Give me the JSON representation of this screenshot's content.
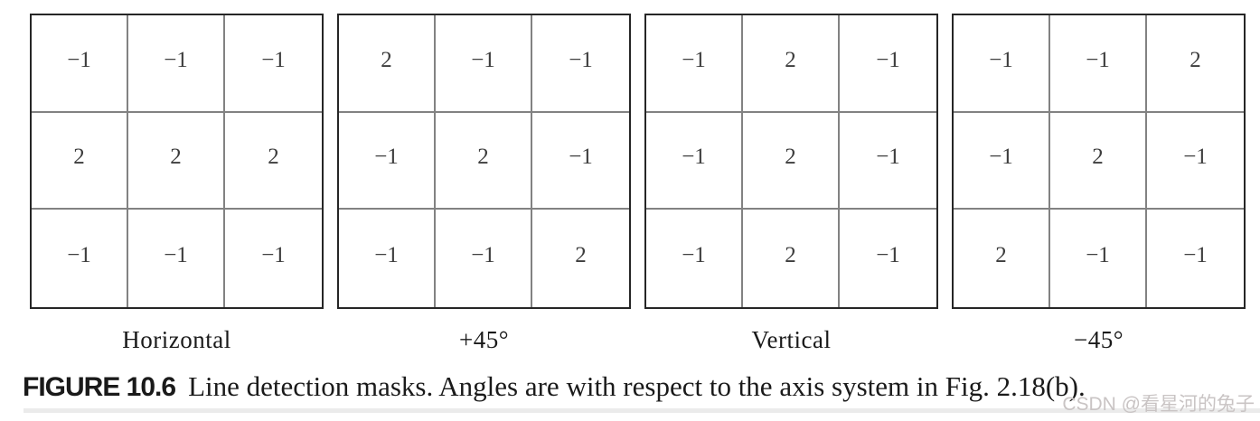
{
  "figure": {
    "caption": {
      "label": "FIGURE 10.6",
      "text": "Line detection masks. Angles are with respect to the axis system in Fig. 2.18(b)."
    },
    "masks": [
      {
        "label": "Horizontal",
        "rows": [
          [
            "−1",
            "−1",
            "−1"
          ],
          [
            "2",
            "2",
            "2"
          ],
          [
            "−1",
            "−1",
            "−1"
          ]
        ]
      },
      {
        "label": "+45°",
        "rows": [
          [
            "2",
            "−1",
            "−1"
          ],
          [
            "−1",
            "2",
            "−1"
          ],
          [
            "−1",
            "−1",
            "2"
          ]
        ]
      },
      {
        "label": "Vertical",
        "rows": [
          [
            "−1",
            "2",
            "−1"
          ],
          [
            "−1",
            "2",
            "−1"
          ],
          [
            "−1",
            "2",
            "−1"
          ]
        ]
      },
      {
        "label": "−45°",
        "rows": [
          [
            "−1",
            "−1",
            "2"
          ],
          [
            "−1",
            "2",
            "−1"
          ],
          [
            "2",
            "−1",
            "−1"
          ]
        ]
      }
    ]
  },
  "watermark": {
    "text": "CSDN @看星河的兔子"
  },
  "colors": {
    "outer_border": "#262626",
    "grid_line": "#828282",
    "cell_text": "#3d3d3d",
    "caption_text": "#1a1a1a",
    "watermark": "#c9c4c4",
    "divider_bar": "#ebebeb"
  }
}
